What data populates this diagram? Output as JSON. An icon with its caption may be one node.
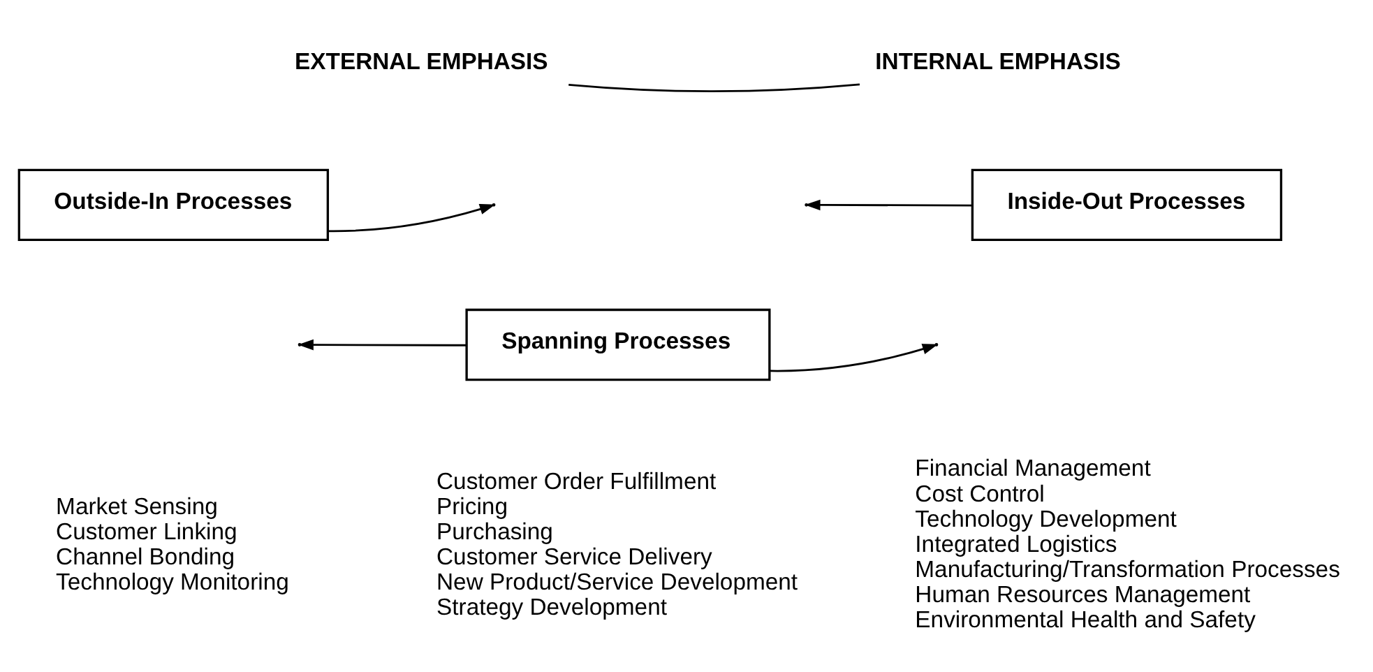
{
  "diagram": {
    "nodes": [
      {
        "text": [
          "EXTERNAL EMPHASIS"
        ]
      },
      {
        "text": [
          "INTERNAL EMPHASIS"
        ]
      },
      {
        "text": [
          "Outside-In Processes"
        ],
        "beside": [
          "Market Sensing",
          "Customer Linking",
          "Channel Bonding",
          "Technology Monitoring"
        ]
      },
      {
        "text": [
          "Inside-Out Processes"
        ],
        "beside": [
          "Financial Management",
          "Cost Control",
          "Technology Development",
          "Integrated Logistics",
          "Manufacturing/Transformation Processes",
          "Human Resources Management",
          "Environmental Health and Safety"
        ]
      },
      {
        "text": [
          "Spanning Processes"
        ],
        "beside": [
          "Customer Order Fulfillment",
          "Pricing",
          "Purchasing",
          "Customer Service Delivery",
          "New Product/Service Development",
          "Strategy Development"
        ]
      }
    ],
    "edges": [
      {
        "from": 0,
        "to": 1,
        "arrow": "none"
      },
      {
        "from": 2,
        "to": null,
        "arrow": "to"
      },
      {
        "from": 3,
        "to": null,
        "arrow": "to"
      },
      {
        "from": 4,
        "to": null,
        "arrow": "to"
      },
      {
        "from": 4,
        "to": null,
        "arrow": "to"
      }
    ]
  }
}
